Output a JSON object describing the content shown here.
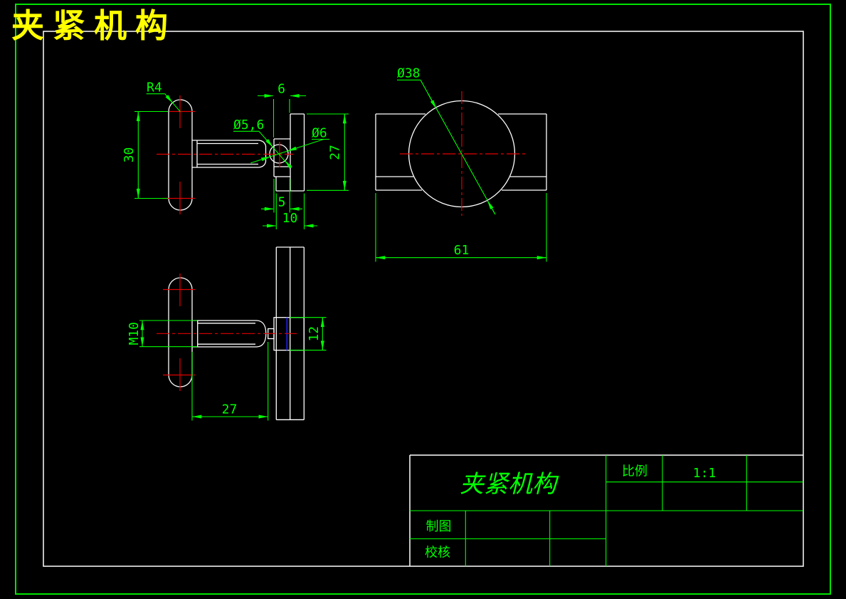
{
  "header": {
    "title": "夹紧机构"
  },
  "colors": {
    "background": "#000000",
    "geometry": "#ffffff",
    "dimension": "#00ff00",
    "centerline": "#e10000",
    "frame_outer": "#00e400",
    "overlay_title": "#ffff00",
    "highlight": "#2020ee"
  },
  "v1": {
    "r4": "R4",
    "d30": "30",
    "d6": "6",
    "d27": "27",
    "slot_dia": "Ø5,6",
    "ball_dia": "Ø6",
    "d5": "5",
    "d10": "10"
  },
  "v2": {
    "dia": "Ø38",
    "width": "61"
  },
  "v3": {
    "thread": "M10",
    "d12": "12",
    "d27": "27"
  },
  "tb": {
    "part_name": "夹紧机构",
    "scale_label": "比例",
    "scale_value": "1:1",
    "draw_label": "制图",
    "check_label": "校核"
  }
}
